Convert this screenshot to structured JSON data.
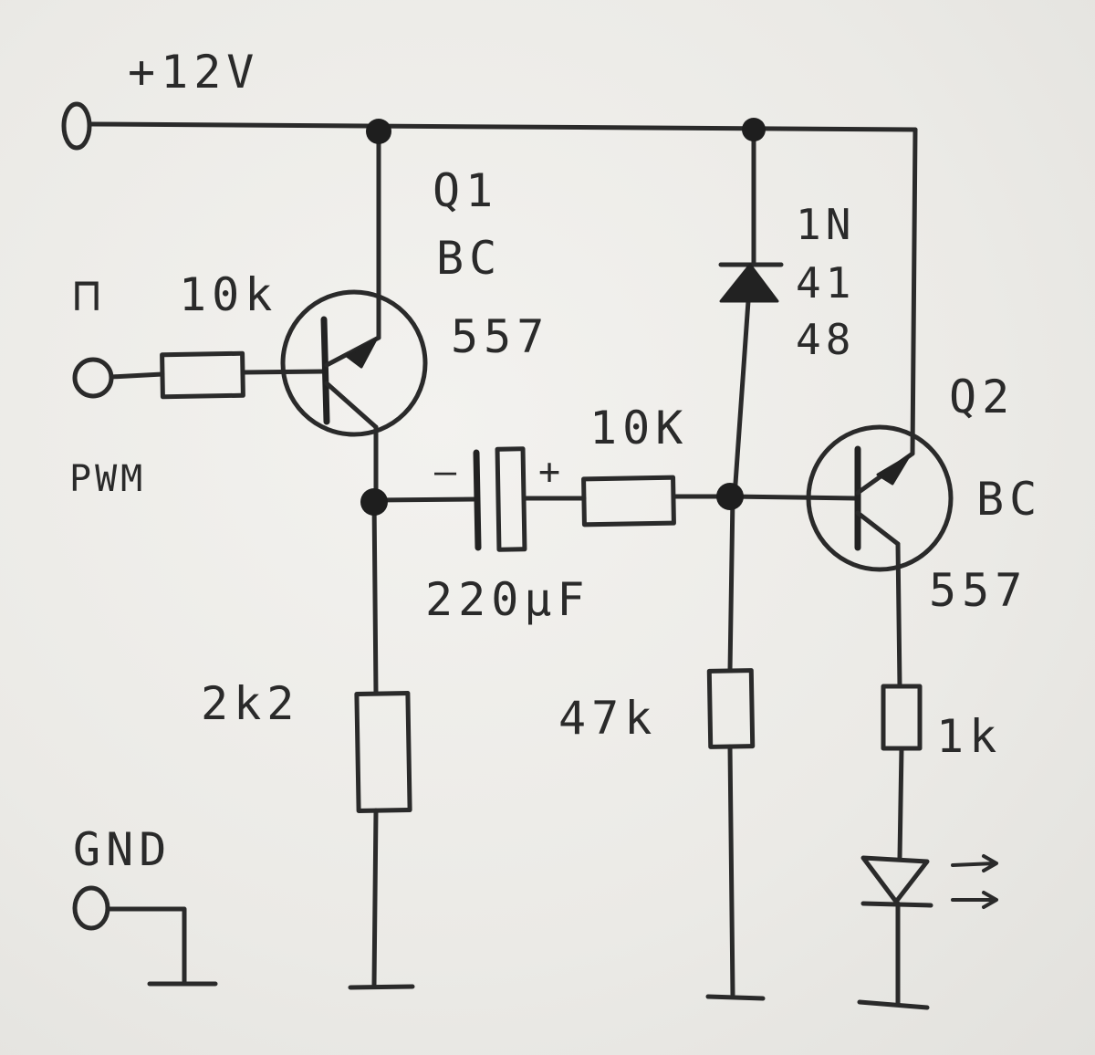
{
  "labels": {
    "supply": "+12V",
    "q1_name": "Q1",
    "q1_type_1": "BC",
    "q1_type_2": "557",
    "q2_name": "Q2",
    "q2_type_1": "BC",
    "q2_type_2": "557",
    "input_symbol": "⊓",
    "input_resistor": "10k",
    "input_name": "PWM",
    "diode_1": "1N",
    "diode_2": "41",
    "diode_3": "48",
    "series_resistor": "10K",
    "cap_minus": "–",
    "cap_plus": "+",
    "capacitor": "220µF",
    "r_2k2": "2k2",
    "r_47k": "47k",
    "r_1k": "1k",
    "ground": "GND"
  }
}
